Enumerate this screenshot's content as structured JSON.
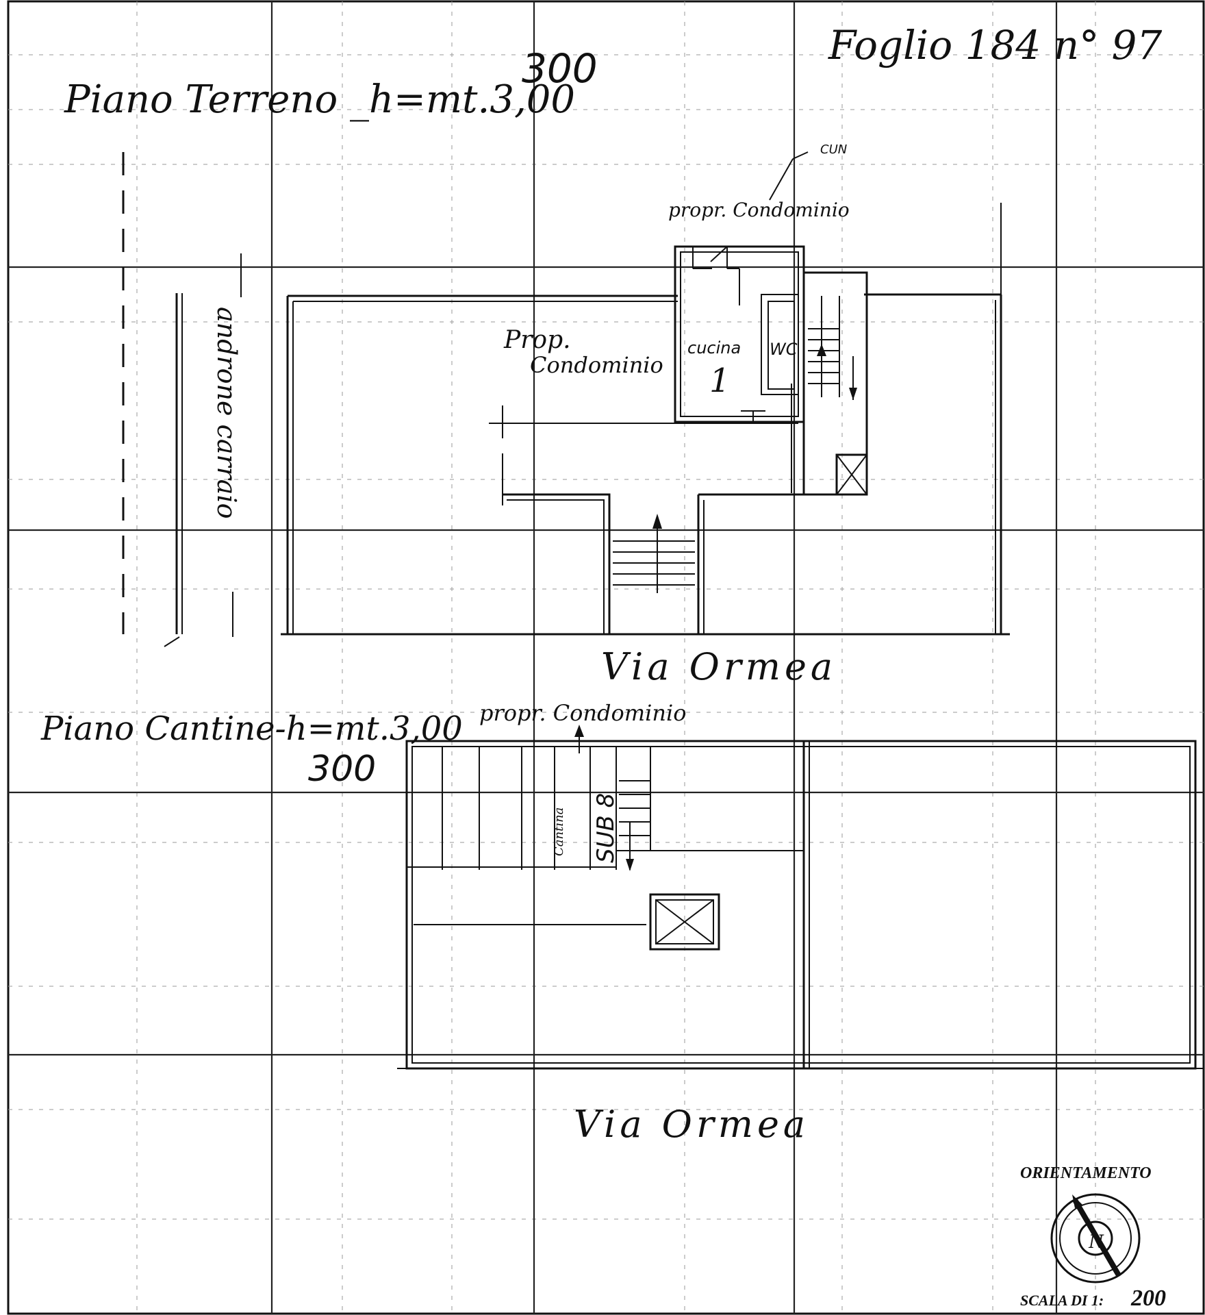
{
  "sheet": {
    "sheet_ref": "Foglio 184 n° 97"
  },
  "ground_floor": {
    "title": "Piano Terreno _h=mt.3,00",
    "height_note": "300",
    "label_top_condominio": "propr. Condominio",
    "label_small_stamp": "CUN",
    "label_common": [
      "Prop.",
      "Condominio"
    ],
    "room_kitchen": "cucina",
    "room_number": "1",
    "room_wc": "WC",
    "passage": "androne carraio",
    "street": "Via Ormea"
  },
  "cellar_floor": {
    "title": "Piano Cantine-h=mt.3,00",
    "height_note": "300",
    "label_top_condominio": "propr. Condominio",
    "sub_label": "SUB 8",
    "small_label": "Cantina",
    "street": "Via Ormea"
  },
  "legend": {
    "orientation_label": "ORIENTAMENTO",
    "north_symbol": "N",
    "north_icon": "compass-rose-icon",
    "scale_label": "SCALA DI 1:",
    "scale_value": "200"
  }
}
